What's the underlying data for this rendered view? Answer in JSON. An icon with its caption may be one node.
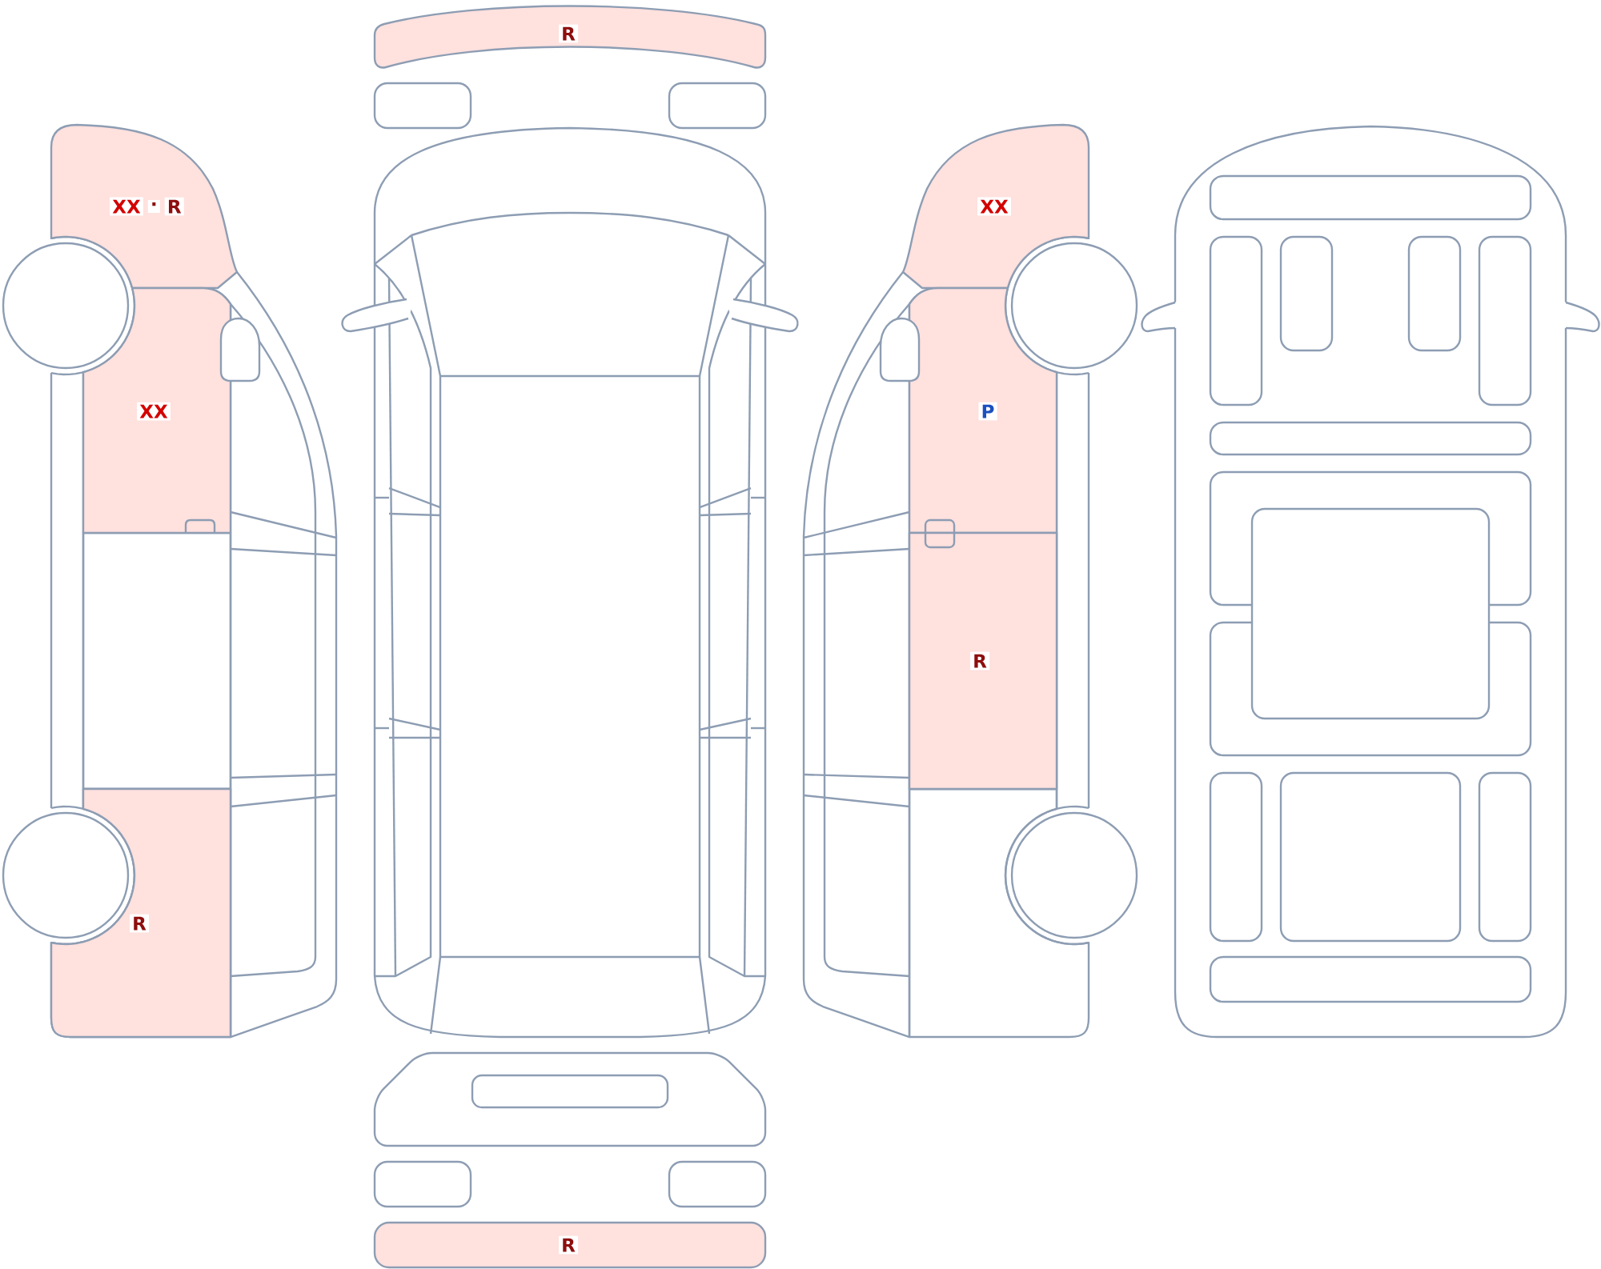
{
  "diagram": {
    "nodes": [
      {
        "text": [
          "R"
        ]
      },
      {
        "text": [
          "XX",
          "·",
          "R"
        ]
      },
      {
        "text": [
          "XX"
        ]
      },
      {
        "text": [
          "XX"
        ]
      },
      {
        "text": [
          "P"
        ]
      },
      {
        "text": [
          "R"
        ]
      },
      {
        "text": [
          "R"
        ]
      },
      {
        "text": [
          "R"
        ]
      }
    ]
  }
}
